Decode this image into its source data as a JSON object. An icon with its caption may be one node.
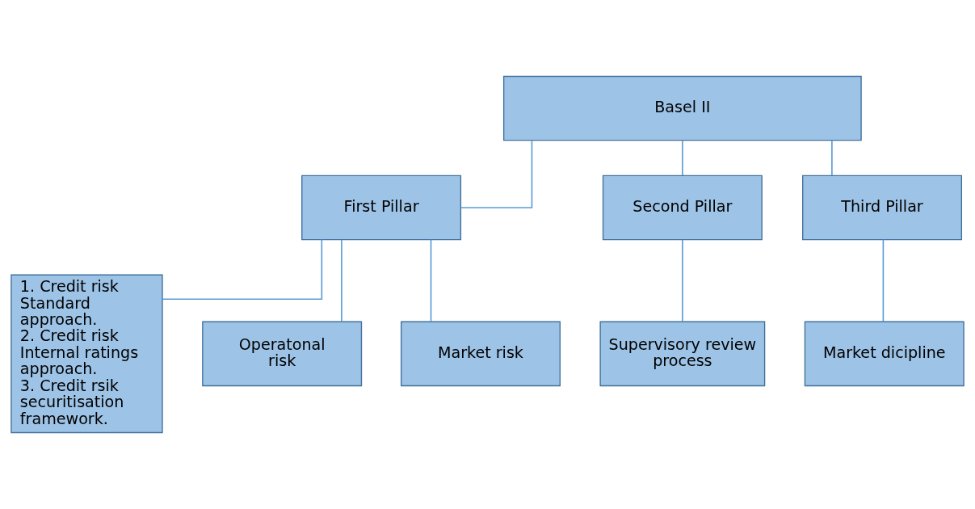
{
  "diagram": {
    "nodes": [
      {
        "text": [
          "Basel II"
        ]
      },
      {
        "text": [
          "First Pillar"
        ]
      },
      {
        "text": [
          "Second Pillar"
        ]
      },
      {
        "text": [
          "Third Pillar"
        ]
      },
      {
        "text": [
          "1. Credit risk Standard approach.",
          "2. Credit risk Internal ratings approach.",
          "3. Credit rsik securitisation framework."
        ]
      },
      {
        "text": [
          "Operatonal risk"
        ]
      },
      {
        "text": [
          "Market risk"
        ]
      },
      {
        "text": [
          "Supervisory review process"
        ]
      },
      {
        "text": [
          "Market dicipline"
        ]
      }
    ],
    "edges": [
      {
        "from": 0,
        "to": 1,
        "arrow": "none"
      },
      {
        "from": 0,
        "to": 2,
        "arrow": "none"
      },
      {
        "from": 0,
        "to": 3,
        "arrow": "none"
      },
      {
        "from": 1,
        "to": 4,
        "arrow": "none"
      },
      {
        "from": 1,
        "to": 5,
        "arrow": "none"
      },
      {
        "from": 1,
        "to": 6,
        "arrow": "none"
      },
      {
        "from": 2,
        "to": 7,
        "arrow": "none"
      },
      {
        "from": 3,
        "to": 8,
        "arrow": "none"
      }
    ]
  }
}
